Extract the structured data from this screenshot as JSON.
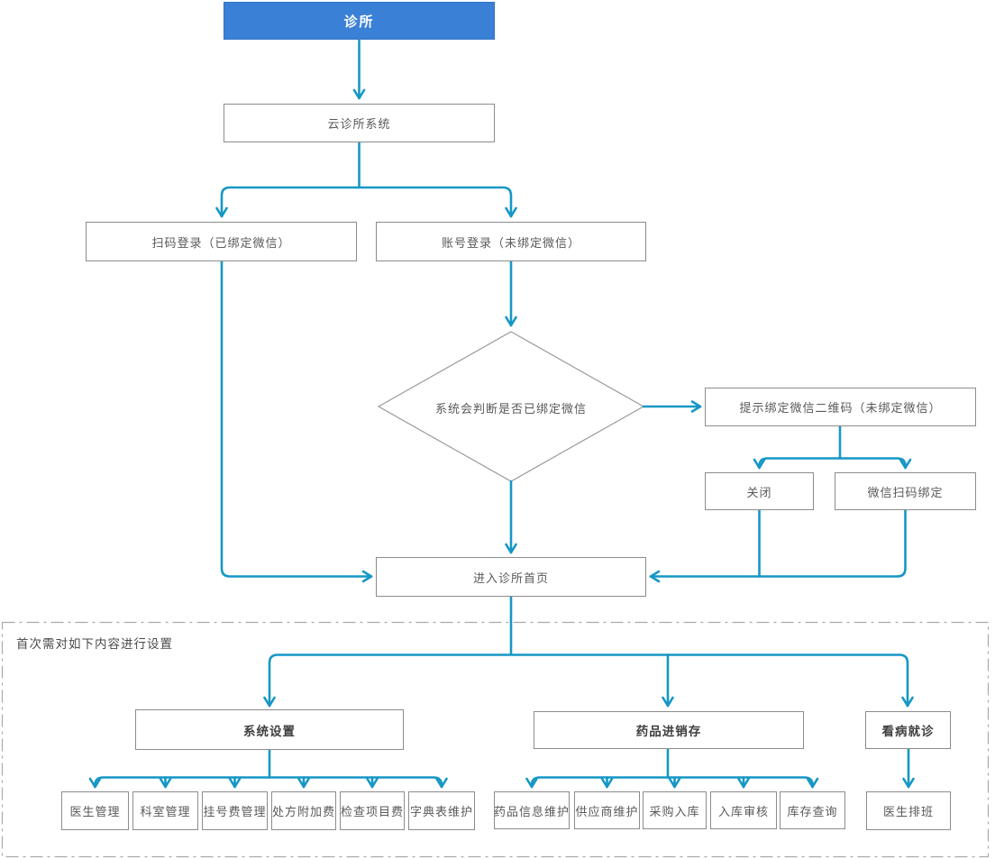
{
  "diagram": {
    "note": "首次需对如下内容进行设置",
    "nodes": {
      "clinic": "诊所",
      "cloud_system": "云诊所系统",
      "scan_login": "扫码登录（已绑定微信）",
      "account_login": "账号登录（未绑定微信）",
      "judge_wechat": "系统会判断是否已绑定微信",
      "bind_prompt": "提示绑定微信二维码（未绑定微信）",
      "close": "关闭",
      "wechat_scan_bind": "微信扫码绑定",
      "clinic_home": "进入诊所首页",
      "system_settings": "系统设置",
      "drug_inventory": "药品进销存",
      "see_doctor": "看病就诊",
      "doctor_schedule": "医生排班"
    },
    "system_settings_children": [
      "医生管理",
      "科室管理",
      "挂号费管理",
      "处方附加费",
      "检查项目费",
      "字典表维护"
    ],
    "drug_inventory_children": [
      "药品信息维护",
      "供应商维护",
      "采购入库",
      "入库审核",
      "库存查询"
    ],
    "colors": {
      "header_bg": "#3b80d7",
      "connector": "#1697c5",
      "box_border": "#8c8c8c",
      "text": "#595959",
      "dashed_border": "#aaaaaa"
    }
  }
}
